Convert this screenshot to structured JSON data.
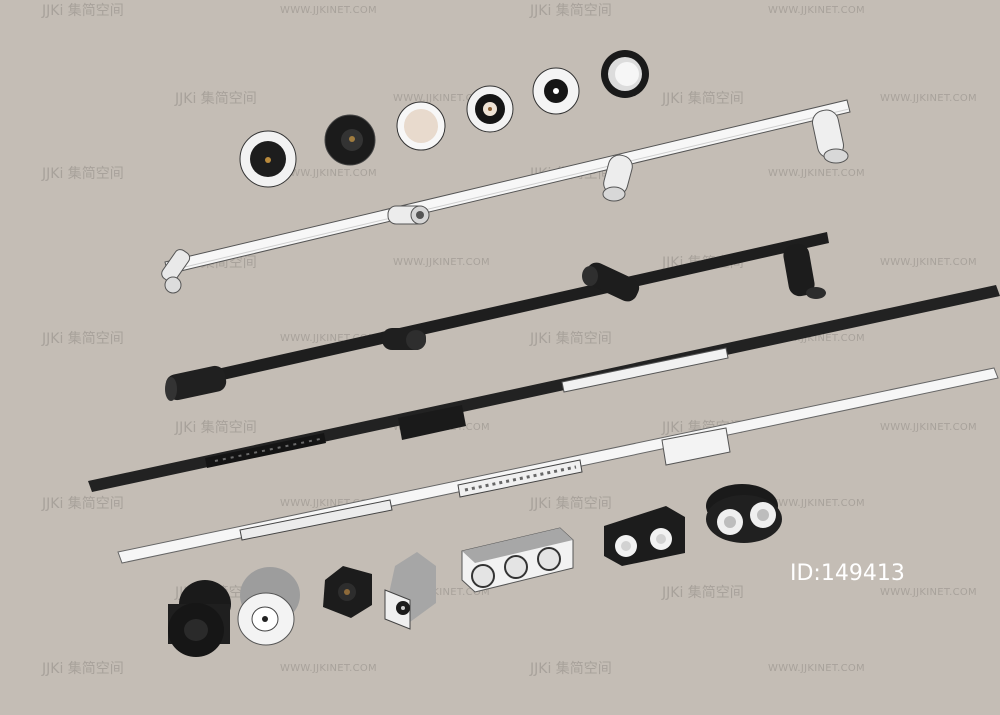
{
  "image": {
    "id_label": "ID:149413"
  },
  "watermark": {
    "logo_text": "JJKi 集简空间",
    "url_text": "WWW.JJKINET.COM"
  },
  "products": {
    "recessed_downlights": [
      "white-round",
      "black-round",
      "white-beige-round",
      "white-black-ring-round",
      "white-black-center-round",
      "black-rim-round"
    ],
    "track_rails": [
      "white-spot-track",
      "black-spot-track",
      "black-linear-track",
      "white-linear-track"
    ],
    "surface_mounted": [
      "black-cylinder",
      "grey-white-cylinder",
      "black-square",
      "grey-square",
      "triple-white-box",
      "double-black-box",
      "double-black-oval"
    ]
  },
  "colors": {
    "background": "#c4bdb5",
    "fixture_black": "#1c1c1c",
    "fixture_white": "#f4f4f4",
    "fixture_grey": "#a9a9a9"
  }
}
